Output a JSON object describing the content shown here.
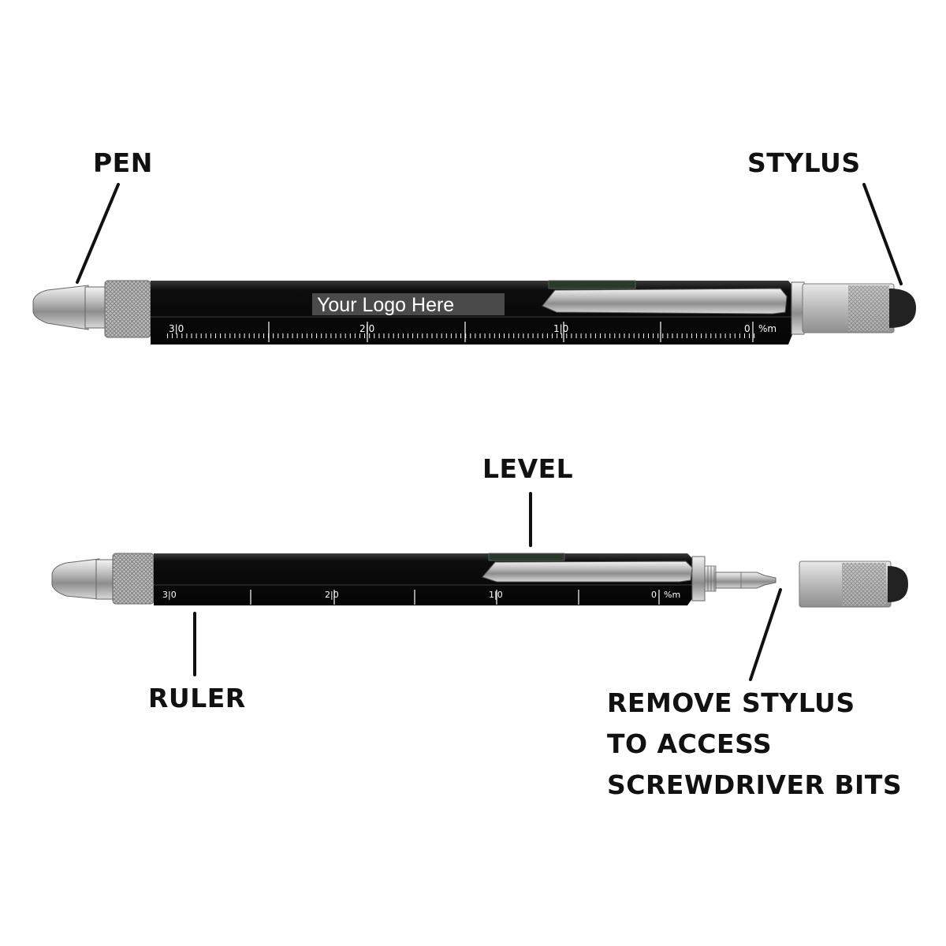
{
  "callouts": {
    "pen": "PEN",
    "stylus": "STYLUS",
    "level": "LEVEL",
    "ruler": "RULER",
    "remove_stylus": [
      "REMOVE STYLUS",
      "TO ACCESS",
      "SCREWDRIVER BITS"
    ]
  },
  "imprint": {
    "logo": "Your Logo Here"
  },
  "ruler_markings": {
    "top": [
      "3|0",
      "2|0",
      "1|0",
      "0",
      "%m"
    ],
    "bottom": [
      "3|0",
      "2|0",
      "1|0",
      "0",
      "%m"
    ]
  },
  "colors": {
    "barrel": "#0b0b0b",
    "metal": "#c8c8c8",
    "text": "#111111",
    "logo_box": "#4a4a4a"
  }
}
